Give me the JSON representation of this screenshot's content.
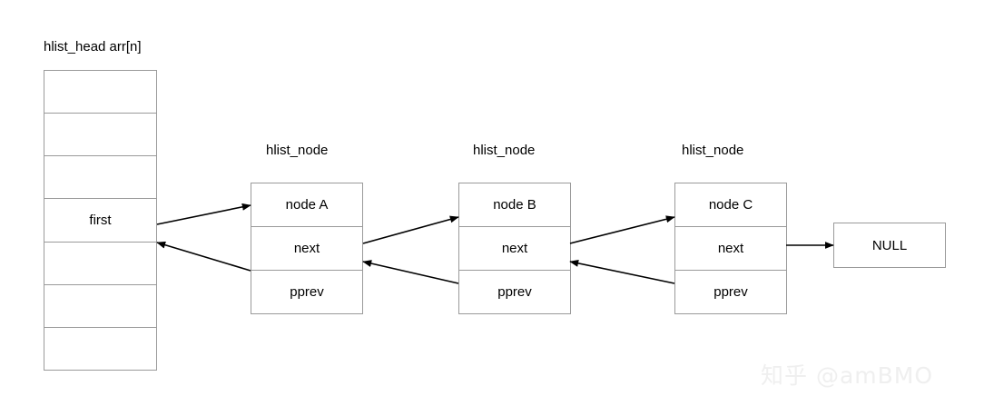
{
  "diagram": {
    "title": "hlist_head arr[n]",
    "array": {
      "name": "hlist_head arr[n]",
      "cells": [
        "",
        "",
        "",
        "first",
        "",
        "",
        ""
      ]
    },
    "nodes": [
      {
        "title": "hlist_node",
        "rows": [
          "node A",
          "next",
          "pprev"
        ]
      },
      {
        "title": "hlist_node",
        "rows": [
          "node B",
          "next",
          "pprev"
        ]
      },
      {
        "title": "hlist_node",
        "rows": [
          "node C",
          "next",
          "pprev"
        ]
      }
    ],
    "terminator": {
      "label": "NULL"
    },
    "watermark": "知乎 @amBMO",
    "colors": {
      "border": "#9a9a9a",
      "arrow": "#000000",
      "background": "#ffffff",
      "watermark": "#efefef"
    }
  }
}
